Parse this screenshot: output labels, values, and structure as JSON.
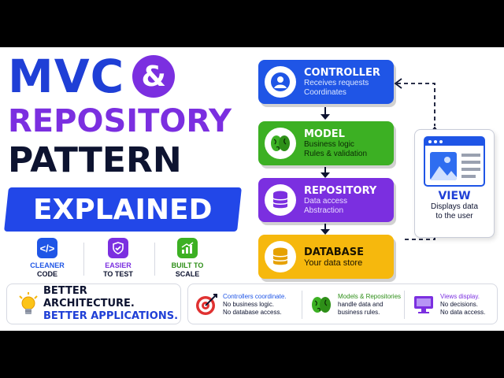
{
  "title": {
    "line1": "MVC",
    "amp": "&",
    "line2": "REPOSITORY",
    "line3": "PATTERN",
    "line4": "EXPLAINED"
  },
  "benefits": [
    {
      "icon": "code-icon",
      "label1": "CLEANER",
      "label2": "CODE",
      "color": "#1f55e6"
    },
    {
      "icon": "shield-check-icon",
      "label1": "EASIER",
      "label2": "TO TEST",
      "color": "#7b2fe0"
    },
    {
      "icon": "growth-chart-icon",
      "label1": "BUILT TO",
      "label2": "SCALE",
      "color": "#3cb023"
    }
  ],
  "tagline": {
    "line1": "BETTER ARCHITECTURE.",
    "line2": "BETTER APPLICATIONS.",
    "color1": "#0d1330",
    "color2": "#1f3fd6"
  },
  "layers": {
    "controller": {
      "title": "CONTROLLER",
      "desc1": "Receives requests",
      "desc2": "Coordinates",
      "icon": "user-icon"
    },
    "model": {
      "title": "MODEL",
      "desc1": "Business logic",
      "desc2": "Rules & validation",
      "icon": "brain-icon"
    },
    "repository": {
      "title": "REPOSITORY",
      "desc1": "Data access",
      "desc2": "Abstraction",
      "icon": "database-icon"
    },
    "database": {
      "title": "DATABASE",
      "desc1": "Your data store",
      "icon": "database-icon"
    }
  },
  "view": {
    "title": "VIEW",
    "desc1": "Displays data",
    "desc2": "to the user",
    "icon": "browser-window-icon"
  },
  "strip": [
    {
      "icon": "target-icon",
      "head": "Controllers coordinate.",
      "l1": "No business logic.",
      "l2": "No database access.",
      "headColor": "#1f55e6"
    },
    {
      "icon": "brain-icon",
      "head": "Models & Repositories",
      "l1": "handle data and",
      "l2": "business rules.",
      "headColor": "#2e8f18"
    },
    {
      "icon": "monitor-icon",
      "head": "Views display.",
      "l1": "No decisions.",
      "l2": "No data access.",
      "headColor": "#7b2fe0"
    }
  ]
}
